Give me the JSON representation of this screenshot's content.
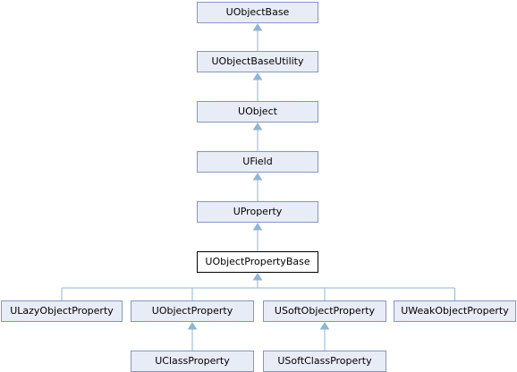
{
  "nodes": {
    "uobjectbase": "UObjectBase",
    "uobjectbaseutility": "UObjectBaseUtility",
    "uobject": "UObject",
    "ufield": "UField",
    "uproperty": "UProperty",
    "uobjectpropertybase": "UObjectPropertyBase",
    "ulazyobjectproperty": "ULazyObjectProperty",
    "uobjectproperty": "UObjectProperty",
    "usoftobjectproperty": "USoftObjectProperty",
    "uweakobjectproperty": "UWeakObjectProperty",
    "uclassproperty": "UClassProperty",
    "usoftclassproperty": "USoftClassProperty"
  },
  "current_node": "uobjectpropertybase",
  "colors": {
    "node_fill": "#e8ecf6",
    "node_border": "#8496c0",
    "current_fill": "#ffffff",
    "current_border": "#000000",
    "edge": "#8fb5d3"
  },
  "inheritance": [
    {
      "child": "uobjectbaseutility",
      "parent": "uobjectbase"
    },
    {
      "child": "uobject",
      "parent": "uobjectbaseutility"
    },
    {
      "child": "ufield",
      "parent": "uobject"
    },
    {
      "child": "uproperty",
      "parent": "ufield"
    },
    {
      "child": "uobjectpropertybase",
      "parent": "uproperty"
    },
    {
      "child": "ulazyobjectproperty",
      "parent": "uobjectpropertybase"
    },
    {
      "child": "uobjectproperty",
      "parent": "uobjectpropertybase"
    },
    {
      "child": "usoftobjectproperty",
      "parent": "uobjectpropertybase"
    },
    {
      "child": "uweakobjectproperty",
      "parent": "uobjectpropertybase"
    },
    {
      "child": "uclassproperty",
      "parent": "uobjectproperty"
    },
    {
      "child": "usoftclassproperty",
      "parent": "usoftobjectproperty"
    }
  ]
}
